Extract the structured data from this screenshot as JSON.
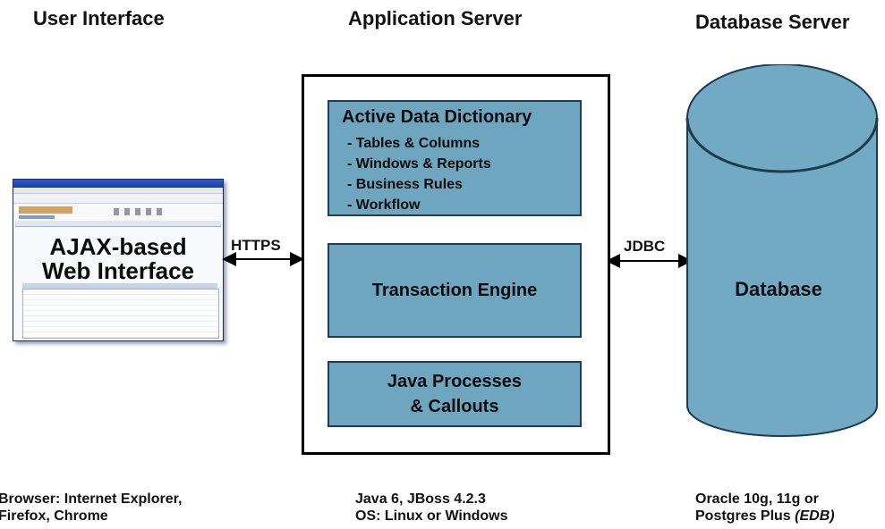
{
  "headings": {
    "ui": "User Interface",
    "app": "Application Server",
    "db": "Database Server"
  },
  "ui_shot": {
    "title_line1": "AJAX-based",
    "title_line2": "Web Interface"
  },
  "connectors": {
    "https": "HTTPS",
    "jdbc": "JDBC"
  },
  "app_server": {
    "dictionary": {
      "title": "Active Data Dictionary",
      "items": [
        "- Tables & Columns",
        "- Windows & Reports",
        "- Business Rules",
        "- Workflow"
      ]
    },
    "transaction_engine": "Transaction Engine",
    "java_processes": {
      "line1": "Java Processes",
      "line2": "& Callouts"
    }
  },
  "database": {
    "label": "Database"
  },
  "footnotes": {
    "ui": {
      "line1": "Browser: Internet Explorer,",
      "line2": "Firefox, Chrome"
    },
    "app": {
      "line1": "Java 6, JBoss 4.2.3",
      "line2": "OS: Linux or Windows"
    },
    "db": {
      "line1": "Oracle 10g, 11g or",
      "line2_plain": "Postgres Plus ",
      "line2_italic": "(EDB)"
    }
  },
  "colors": {
    "block_fill": "#6fa6bf",
    "block_border": "#1e3e55",
    "db_fill": "#72aac4"
  }
}
